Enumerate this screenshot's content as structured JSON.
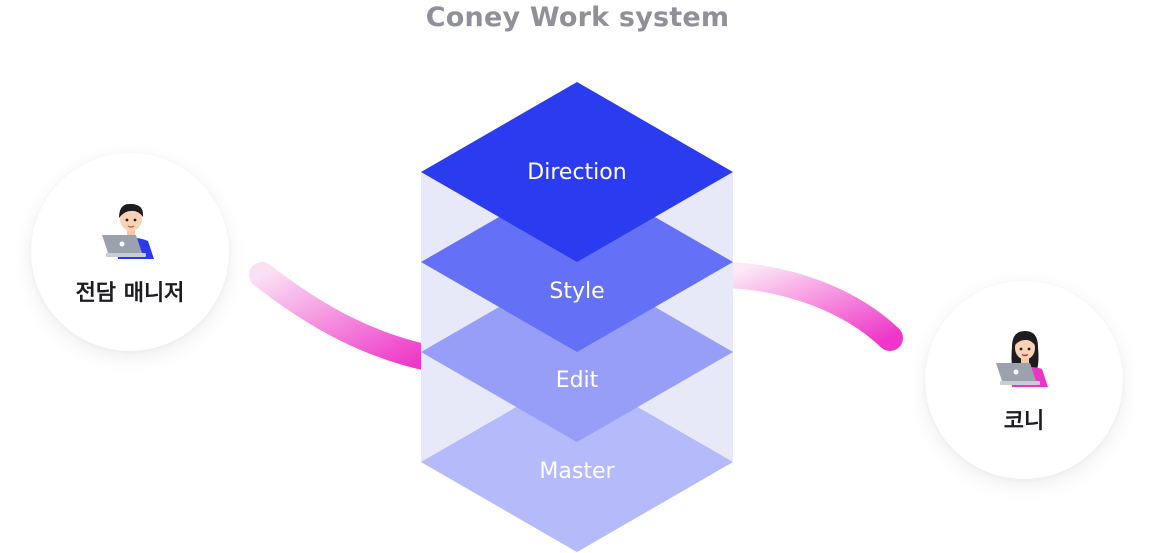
{
  "title": "Coney Work system",
  "layers": [
    {
      "label": "Direction",
      "color": "#2b3bf0"
    },
    {
      "label": "Style",
      "color": "#6470f5"
    },
    {
      "label": "Edit",
      "color": "#969ef7"
    },
    {
      "label": "Master",
      "color": "#b4bafa"
    }
  ],
  "people": {
    "manager": {
      "label": "전담 매니저",
      "shirt_color": "#2a3aec",
      "icon": "man-technologist-icon"
    },
    "coney": {
      "label": "코니",
      "shirt_color": "#e935c8",
      "icon": "woman-technologist-icon"
    }
  },
  "colors": {
    "connector_start": "#fbe0f4",
    "connector_end": "#ee36c8",
    "side_panel": "#e7e8f8"
  }
}
